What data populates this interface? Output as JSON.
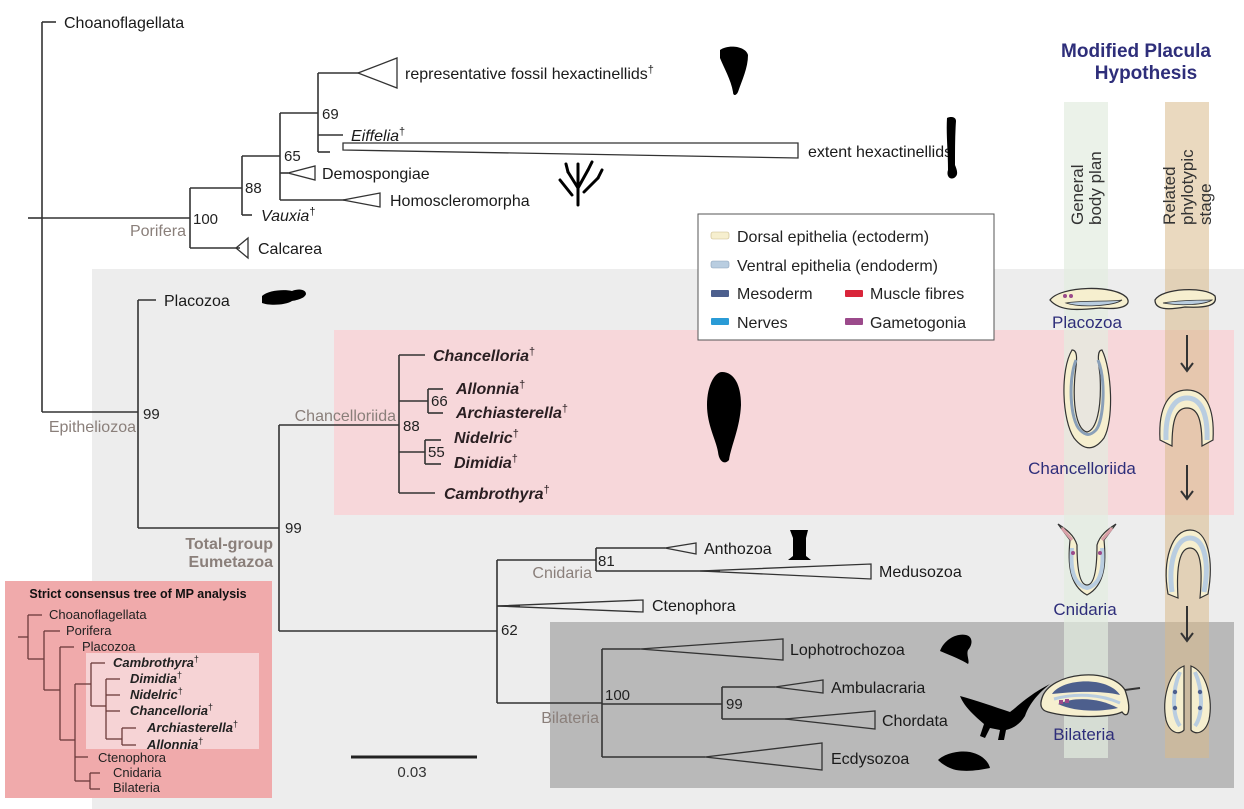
{
  "figure": {
    "title_line1": "Modified Placula",
    "title_line2": "Hypothesis",
    "column_general_line1": "General",
    "column_general_line2": "body plan",
    "column_related_line1": "Related",
    "column_related_line2": "phylotypic",
    "column_related_line3": "stage",
    "scale_bar_label": "0.03",
    "dagger": "†"
  },
  "tree": {
    "taxa": {
      "choanoflagellata": "Choanoflagellata",
      "rep_fossil_hex": "representative fossil hexactinellids",
      "eiffelia": "Eiffelia",
      "extent_hex": "extent hexactinellids",
      "demospongiae": "Demospongiae",
      "homoscleromorpha": "Homoscleromorpha",
      "vauxia": "Vauxia",
      "calcarea": "Calcarea",
      "placozoa": "Placozoa",
      "chancelloria": "Chancelloria",
      "allonnia": "Allonnia",
      "archiasterella": "Archiasterella",
      "nidelric": "Nidelric",
      "dimidia": "Dimidia",
      "cambrothyra": "Cambrothyra",
      "anthozoa": "Anthozoa",
      "medusozoa": "Medusozoa",
      "ctenophora": "Ctenophora",
      "lophotrochozoa": "Lophotrochozoa",
      "ambulacraria": "Ambulacraria",
      "chordata": "Chordata",
      "ecdysozoa": "Ecdysozoa"
    },
    "groups": {
      "porifera": "Porifera",
      "epitheliozoa": "Epitheliozoa",
      "chancelloriida": "Chancelloriida",
      "total_group_line1": "Total-group",
      "total_group_line2": "Eumetazoa",
      "cnidaria": "Cnidaria",
      "bilateria": "Bilateria"
    },
    "support": {
      "n69": "69",
      "n65": "65",
      "n88_porifera": "88",
      "n100_porifera": "100",
      "n99_epitheliozoa": "99",
      "n66": "66",
      "n88_chancelloriida": "88",
      "n55": "55",
      "n99_eumetazoa": "99",
      "n81": "81",
      "n62": "62",
      "n100_bilateria": "100",
      "n99_deuterostomia": "99"
    }
  },
  "legend": {
    "items": [
      {
        "label": "Dorsal epithelia (ectoderm)",
        "color": "#f6efcf"
      },
      {
        "label": "Ventral epithelia (endoderm)",
        "color": "#b9cde0"
      },
      {
        "label": "Mesoderm",
        "color": "#4d5f8d"
      },
      {
        "label": "Muscle fibres",
        "color": "#d9253a"
      },
      {
        "label": "Nerves",
        "color": "#2a9bd6"
      },
      {
        "label": "Gametogonia",
        "color": "#9b4a8b"
      }
    ]
  },
  "placula_labels": {
    "placozoa": "Placozoa",
    "chancelloriida": "Chancelloriida",
    "cnidaria": "Cnidaria",
    "bilateria": "Bilateria"
  },
  "mp_tree": {
    "title": "Strict consensus tree of MP analysis",
    "taxa": {
      "choanoflagellata": "Choanoflagellata",
      "porifera": "Porifera",
      "placozoa": "Placozoa",
      "cambrothyra": "Cambrothyra",
      "dimidia": "Dimidia",
      "nidelric": "Nidelric",
      "chancelloria": "Chancelloria",
      "archiasterella": "Archiasterella",
      "allonnia": "Allonnia",
      "ctenophora": "Ctenophora",
      "cnidaria": "Cnidaria",
      "bilateria": "Bilateria"
    }
  },
  "colors": {
    "eumetazoa_bg": "#ededed",
    "chancelloriida_bg": "#f7d7da",
    "bilateria_bg": "#b9b9b9",
    "mp_box_bg": "#f0aaab",
    "title_navy": "#2e2e7a",
    "group_label": "#8a7f7a"
  }
}
